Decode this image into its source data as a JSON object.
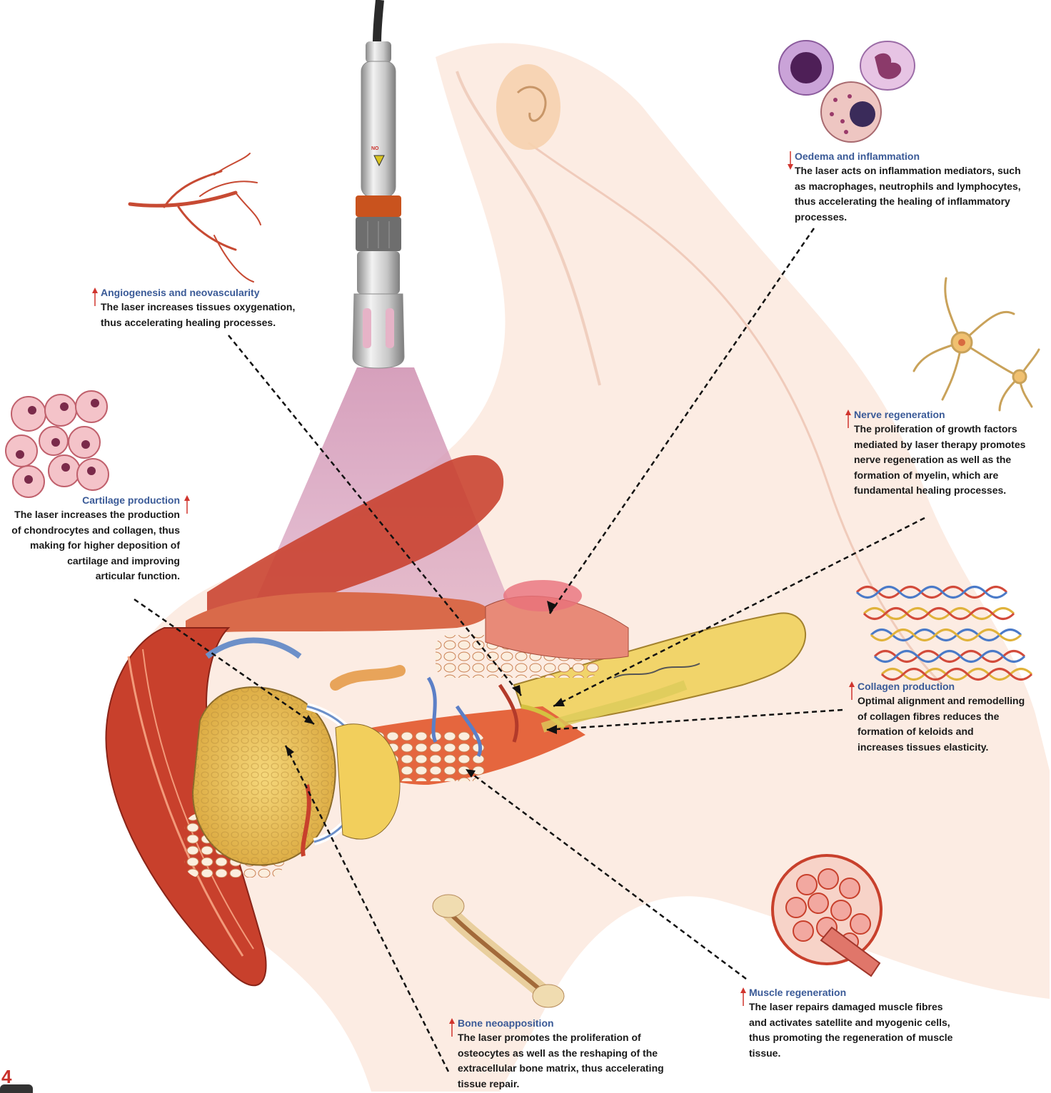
{
  "device": {
    "badge": "NO"
  },
  "callouts": {
    "oedema": {
      "title": "Oedema and inflammation",
      "direction": "down",
      "lines": [
        "The laser  acts on inflammation mediators, such",
        "as macrophages, neutrophils and  lymphocytes,",
        "thus accelerating the healing of inflammatory",
        "processes."
      ]
    },
    "angiogenesis": {
      "title": "Angiogenesis and neovascularity",
      "direction": "up",
      "lines": [
        "The laser increases  tissues oxygenation,",
        "thus accelerating healing processes."
      ]
    },
    "nerve": {
      "title": "Nerve regeneration",
      "direction": "up",
      "lines": [
        "The proliferation of growth factors",
        "mediated by laser therapy promotes",
        "nerve regeneration as well as the",
        "formation of  myelin, which are",
        "fundamental healing processes."
      ]
    },
    "cartilage": {
      "title": "Cartilage production",
      "direction": "up",
      "lines": [
        "The laser increases the production",
        "of chondrocytes and collagen, thus",
        "making for higher deposition of",
        "cartilage and improving",
        "articular function."
      ]
    },
    "collagen": {
      "title": "Collagen production",
      "direction": "up",
      "lines": [
        "Optimal alignment and remodelling",
        "of collagen fibres reduces the",
        "formation of keloids and",
        "increases tissues elasticity."
      ]
    },
    "muscle": {
      "title": "Muscle regeneration",
      "direction": "up",
      "lines": [
        "The laser repairs damaged muscle fibres",
        "and activates satellite and myogenic cells,",
        "thus promoting the regeneration of muscle",
        "tissue."
      ]
    },
    "bone": {
      "title": "Bone neoapposition",
      "direction": "up",
      "lines": [
        "The laser promotes the proliferation of",
        "osteocytes as well as the reshaping of  the",
        "extracellular bone matrix, thus accelerating",
        "tissue repair."
      ]
    }
  },
  "page": {
    "number": "4"
  },
  "colors": {
    "title_blue": "#3a5a97",
    "arrow_red": "#d0352e",
    "beam_pink": "#d9a3bd",
    "muscle_red": "#c8402c"
  }
}
